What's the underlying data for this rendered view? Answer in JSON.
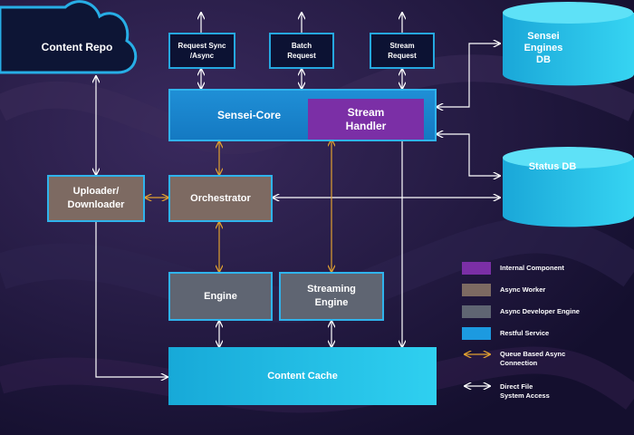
{
  "cloud": {
    "label": "Content Repo"
  },
  "requests": [
    {
      "label": "Request Sync\n/Async"
    },
    {
      "label": "Batch\nRequest"
    },
    {
      "label": "Stream\nRequest"
    }
  ],
  "core": {
    "label": "Sensei-Core",
    "stream_handler": "Stream\nHandler"
  },
  "uploader": {
    "label": "Uploader/\nDownloader"
  },
  "orchestrator": {
    "label": "Orchestrator"
  },
  "engine": {
    "label": "Engine"
  },
  "streaming_engine": {
    "label": "Streaming\nEngine"
  },
  "content_cache": {
    "label": "Content Cache"
  },
  "databases": {
    "engines_db": "Sensei\nEngines\nDB",
    "status_db": "Status DB"
  },
  "legend": {
    "internal_component": "Internal Component",
    "async_worker": "Async Worker",
    "async_dev_engine": "Async Developer Engine",
    "restful_service": "Restful Service",
    "queue_async": "Queue Based Async\nConnection",
    "direct_file": "Direct File\nSystem Access"
  },
  "colors": {
    "internal_component": "#7b2fa6",
    "async_worker": "#7d6a62",
    "async_dev_engine": "#5f6572",
    "restful_service": "#1c9ae0",
    "queue_arrow": "#e0a030",
    "direct_arrow": "#ffffff"
  }
}
